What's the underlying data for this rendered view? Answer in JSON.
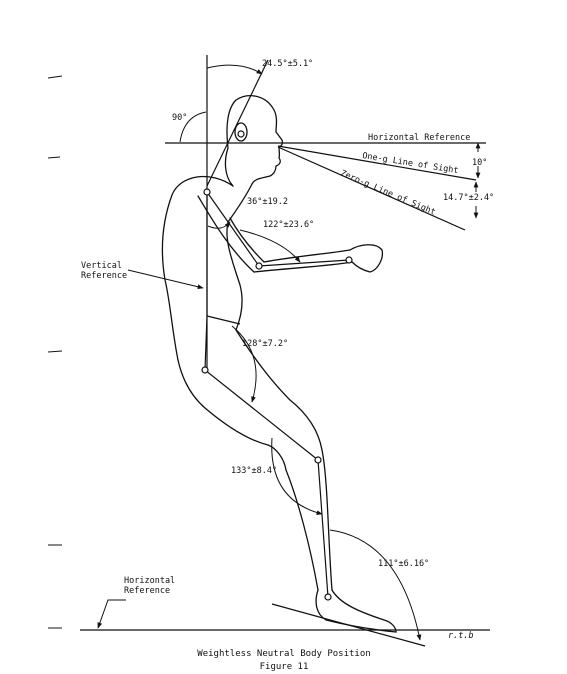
{
  "labels": {
    "head_tilt_angle": "24.5°±5.1°",
    "right_angle": "90°",
    "horizontal_reference_top": "Horizontal Reference",
    "one_g_line_of_sight": "One-g Line of Sight",
    "zero_g_line_of_sight": "Zero-g Line of Sight",
    "sight_offset": "10°",
    "sight_total_angle": "14.7°±2.4°",
    "shoulder_angle": "36°±19.2",
    "elbow_angle": "122°±23.6°",
    "vertical_reference": "Vertical\nReference",
    "hip_angle": "128°±7.2°",
    "knee_angle": "133°±8.4°",
    "ankle_angle": "111°±6.16°",
    "horizontal_reference_bottom": "Horizontal\nReference",
    "signature": "r.t.b",
    "caption_title": "Weightless Neutral Body Position",
    "caption_figure": "Figure 11"
  },
  "colors": {
    "ink": "#111111",
    "paper": "#ffffff"
  }
}
